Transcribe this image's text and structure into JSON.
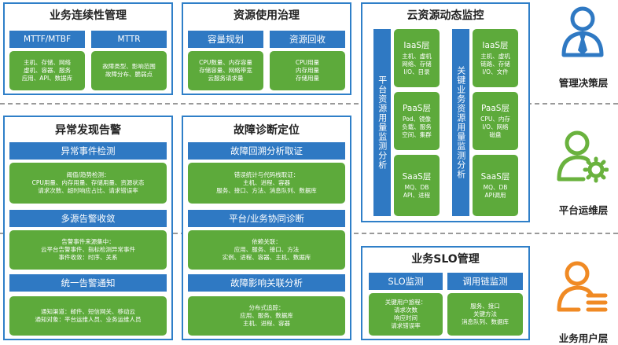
{
  "colors": {
    "blue": "#2f79c3",
    "green": "#5daa3b",
    "blue_icon": "#2f79c3",
    "green_icon": "#6ab23e",
    "orange_icon": "#f08a24"
  },
  "panels": {
    "bc": {
      "title": "业务连续性管理",
      "left_label": "MTTF/MTBF",
      "right_label": "MTTR",
      "left_text": "主机、存储、网络\n虚机、容器、服务\n应用、API、数据库",
      "right_text": "故障类型、影响范围\n故障分布、脆弱点"
    },
    "rg": {
      "title": "资源使用治理",
      "left_label": "容量规划",
      "right_label": "资源回收",
      "left_text": "CPU数量、内存容量\n存储容量、网络带宽\n云服务请求量",
      "right_text": "CPU用量\n内存用量\n存储用量"
    },
    "cm": {
      "title": "云资源动态监控",
      "left_vertical": "平台资源用量监测分析",
      "right_vertical": "关键业务资源用量监测分析",
      "left_cards": [
        {
          "title": "IaaS层",
          "text": "主机、虚机\n网络、存储\nI/O、目录"
        },
        {
          "title": "PaaS层",
          "text": "Pod、镜像\n负载、服务\n空间、集群"
        },
        {
          "title": "SaaS层",
          "text": "MQ、DB\nAPI、进程"
        }
      ],
      "right_cards": [
        {
          "title": "IaaS层",
          "text": "主机、虚机\n链路、存储\nI/O、文件"
        },
        {
          "title": "PaaS层",
          "text": "CPU、内存\nI/O、网络\n磁盘"
        },
        {
          "title": "SaaS层",
          "text": "MQ、DB\nAPI调用"
        }
      ]
    },
    "ad": {
      "title": "异常发现告警",
      "s1_label": "异常事件检测",
      "s1_text": "阈值/趋势检测：\nCPU用量、内存用量、存储用量、资源状态\n请求次数、超时响应占比、请求错误率",
      "s2_label": "多源告警收敛",
      "s2_text": "告警事件来源集中：\n云平台告警事件、指标检测异常事件\n事件收敛：时序、关系",
      "s3_label": "统一告警通知",
      "s3_text": "通知渠道：邮件、短信网关、移动云\n通知对象：平台运维人员、业务运维人员"
    },
    "fd": {
      "title": "故障诊断定位",
      "s1_label": "故障回溯分析取证",
      "s1_text": "错误统计与代码栈取证：\n主机、进程、容器\n服务、接口、方法、消息队列、数据库",
      "s2_label": "平台/业务协同诊断",
      "s2_text": "依赖关联：\n应用、服务、接口、方法\n实例、进程、容器、主机、数据库",
      "s3_label": "故障影响关联分析",
      "s3_text": "分布式追踪：\n应用、服务、数据库\n主机、进程、容器"
    },
    "slo": {
      "title": "业务SLO管理",
      "left_label": "SLO监测",
      "right_label": "调用链监测",
      "left_text": "关键用户旅程：\n请求次数\n响应时间\n请求错误率",
      "right_text": "服务、接口\n关键方法\n消息队列、数据库"
    }
  },
  "roles": {
    "mgmt": "管理决策层",
    "ops": "平台运维层",
    "user": "业务用户层"
  }
}
